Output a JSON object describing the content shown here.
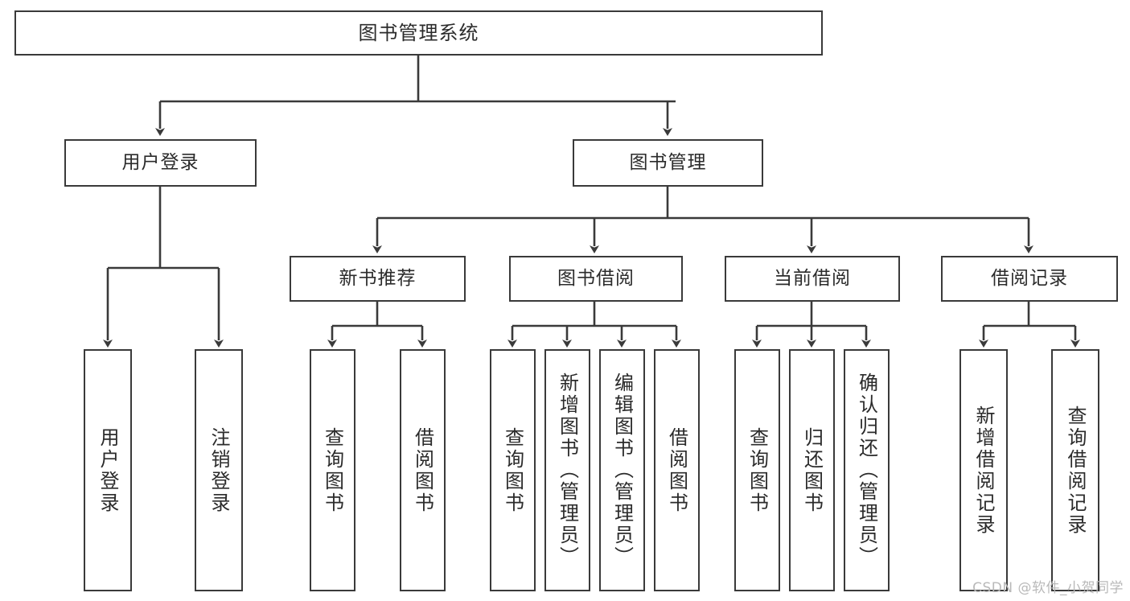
{
  "diagram": {
    "title": "图书管理系统",
    "type": "tree",
    "root": {
      "id": "root",
      "label": "图书管理系统"
    },
    "level2": [
      {
        "id": "user-login",
        "label": "用户登录"
      },
      {
        "id": "book-manage",
        "label": "图书管理"
      }
    ],
    "level3": [
      {
        "id": "new-book-rec",
        "label": "新书推荐"
      },
      {
        "id": "book-borrow",
        "label": "图书借阅"
      },
      {
        "id": "current-borrow",
        "label": "当前借阅"
      },
      {
        "id": "borrow-record",
        "label": "借阅记录"
      }
    ],
    "leaves": {
      "user_login": [
        {
          "id": "leaf-user-login",
          "label": "用户登录"
        },
        {
          "id": "leaf-logout",
          "label": "注销登录"
        }
      ],
      "new_book_rec": [
        {
          "id": "leaf-query-book-1",
          "label": "查询图书"
        },
        {
          "id": "leaf-borrow-book-1",
          "label": "借阅图书"
        }
      ],
      "book_borrow": [
        {
          "id": "leaf-query-book-2",
          "label": "查询图书"
        },
        {
          "id": "leaf-add-book",
          "label": "新增图书（管理员）"
        },
        {
          "id": "leaf-edit-book",
          "label": "编辑图书（管理员）"
        },
        {
          "id": "leaf-borrow-book-2",
          "label": "借阅图书"
        }
      ],
      "current_borrow": [
        {
          "id": "leaf-query-book-3",
          "label": "查询图书"
        },
        {
          "id": "leaf-return-book",
          "label": "归还图书"
        },
        {
          "id": "leaf-confirm-return",
          "label": "确认归还（管理员）"
        }
      ],
      "borrow_record": [
        {
          "id": "leaf-add-record",
          "label": "新增借阅记录"
        },
        {
          "id": "leaf-query-record",
          "label": "查询借阅记录"
        }
      ]
    }
  },
  "watermark": {
    "text": "CSDN @软件_小贺同学"
  },
  "colors": {
    "stroke": "#3a3a3a",
    "background": "#ffffff",
    "text": "#2b2b2b",
    "watermark": "#b9b9b9"
  }
}
